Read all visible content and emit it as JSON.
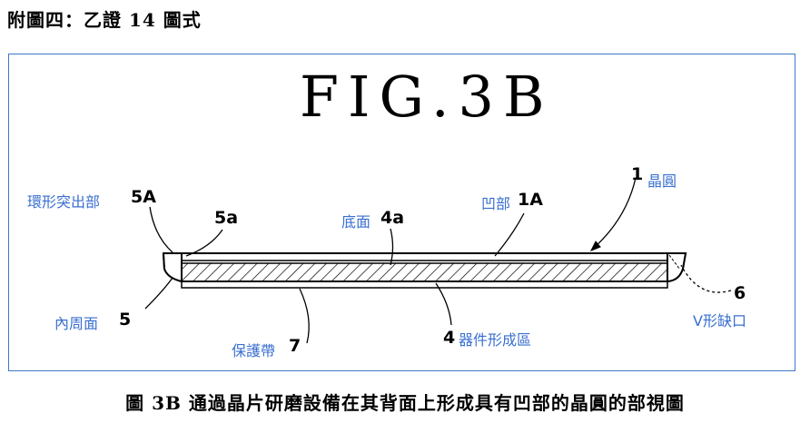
{
  "header": {
    "title": "附圖四：乙證 14 圖式"
  },
  "figure": {
    "title": "FIG.3B"
  },
  "labels": {
    "ring_protrusion": "環形突出部",
    "ring_protrusion_num": "5A",
    "inner_edge_num": "5a",
    "bottom_face": "底面",
    "bottom_face_num": "4a",
    "recess": "凹部",
    "recess_num": "1A",
    "wafer_num": "1",
    "wafer": "晶圓",
    "inner_surface": "內周面",
    "inner_surface_num": "5",
    "v_notch_num": "6",
    "v_notch": "V形缺口",
    "tape": "保護帶",
    "tape_num": "7",
    "device_region_num": "4",
    "device_region": "器件形成區"
  },
  "caption": "圖 3B 通過晶片研磨設備在其背面上形成具有凹部的晶圓的部視圖"
}
